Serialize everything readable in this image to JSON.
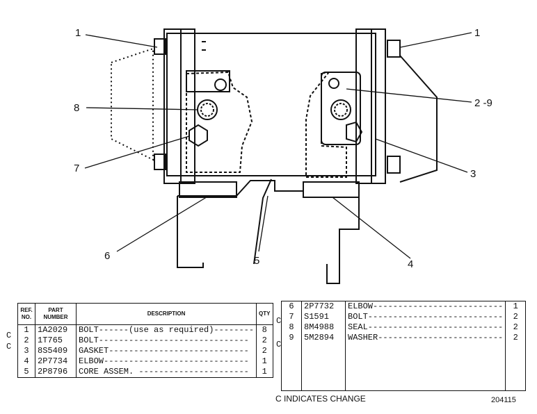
{
  "callouts": [
    "1",
    "1",
    "2 -9",
    "8",
    "7",
    "3",
    "6",
    "5",
    "4"
  ],
  "left_table": {
    "headers": [
      "REF. NO.",
      "PART NUMBER",
      "DESCRIPTION",
      "QTY"
    ],
    "rows": [
      {
        "change": "C",
        "ref": "1",
        "part": "1A2029",
        "desc": "BOLT------(use as required)--------",
        "qty": "8"
      },
      {
        "change": "C",
        "ref": "2",
        "part": "1T765",
        "desc": "BOLT------------------------------",
        "qty": "2"
      },
      {
        "change": "",
        "ref": "3",
        "part": "8S5409",
        "desc": "GASKET----------------------------",
        "qty": "2"
      },
      {
        "change": "",
        "ref": "4",
        "part": "2P7734",
        "desc": "ELBOW-----------------------------",
        "qty": "1"
      },
      {
        "change": "",
        "ref": "5",
        "part": "2P8796",
        "desc": "CORE ASSEM. ----------------------",
        "qty": "1"
      }
    ]
  },
  "right_table": {
    "rows": [
      {
        "change": "",
        "ref": "6",
        "part": "2P7732",
        "desc": "ELBOW--------------------------",
        "qty": "1"
      },
      {
        "change": "C",
        "ref": "7",
        "part": "S1591",
        "desc": "BOLT---------------------------",
        "qty": "2"
      },
      {
        "change": "",
        "ref": "8",
        "part": "8M4988",
        "desc": "SEAL---------------------------",
        "qty": "2"
      },
      {
        "change": "C",
        "ref": "9",
        "part": "5M2894",
        "desc": "WASHER-------------------------",
        "qty": "2"
      }
    ]
  },
  "footer": {
    "legend": "C INDICATES CHANGE",
    "drawing_number": "204115"
  }
}
